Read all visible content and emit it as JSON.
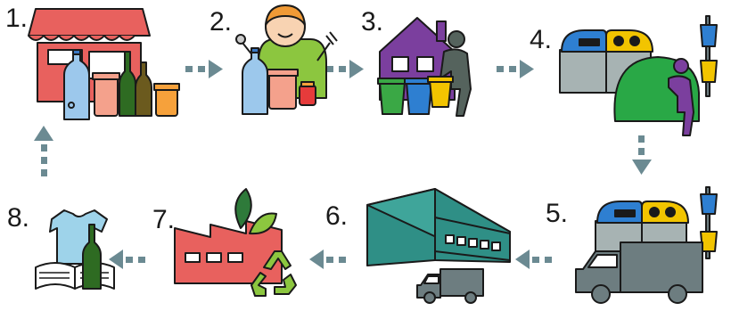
{
  "steps": [
    {
      "number": "1.",
      "icon": "shop-with-bottles-and-jars-icon"
    },
    {
      "number": "2.",
      "icon": "person-consuming-products-icon"
    },
    {
      "number": "3.",
      "icon": "household-waste-separation-icon"
    },
    {
      "number": "4.",
      "icon": "recycling-containers-icon"
    },
    {
      "number": "5.",
      "icon": "collection-truck-icon"
    },
    {
      "number": "6.",
      "icon": "recycling-plant-icon"
    },
    {
      "number": "7.",
      "icon": "factory-recycling-icon"
    },
    {
      "number": "8.",
      "icon": "new-products-icon"
    }
  ],
  "colors": {
    "arrow": "#6b8a92",
    "shop": "#e8615e",
    "plant": "#2f8f86",
    "factory": "#e8615e",
    "recycle": "#8cc63f",
    "container_blue": "#2e7fd1",
    "container_yellow": "#f2c400",
    "container_green": "#29a846",
    "truck": "#6d7d80",
    "person": "#7b3f9e"
  }
}
